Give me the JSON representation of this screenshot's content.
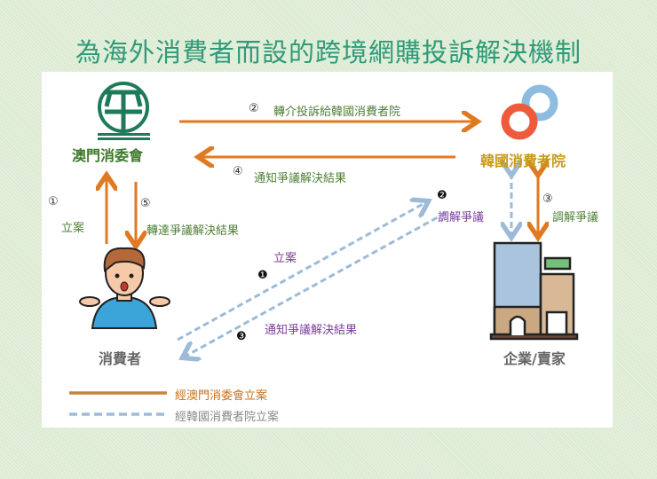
{
  "title": "為海外消費者而設的跨境網購投訴解決機制",
  "nodes": {
    "macau": "澳門消委會",
    "korea": "韓國消費者院",
    "consumer": "消費者",
    "business": "企業/賣家"
  },
  "steps": {
    "s1_num": "①",
    "s1": "立案",
    "s2_num": "②",
    "s2": "轉介投訴給韓國消費者院",
    "s3_num": "③",
    "s3": "調解爭議",
    "s4_num": "④",
    "s4": "通知爭議解決結果",
    "s5_num": "⑤",
    "s5": "轉達爭議解決結果",
    "k1_num": "❶",
    "k1": "立案",
    "k2_num": "❷",
    "k2": "調解爭議",
    "k3_num": "❸",
    "k3": "通知爭議解決結果"
  },
  "legend": {
    "orange": "經澳門消委會立案",
    "blue": "經韓國消費者院立案"
  },
  "colors": {
    "orange": "#e07a22",
    "blue": "#9dbbd8",
    "green": "#4f7f35",
    "purple": "#7a3d9a",
    "title": "#2f9a7a"
  }
}
